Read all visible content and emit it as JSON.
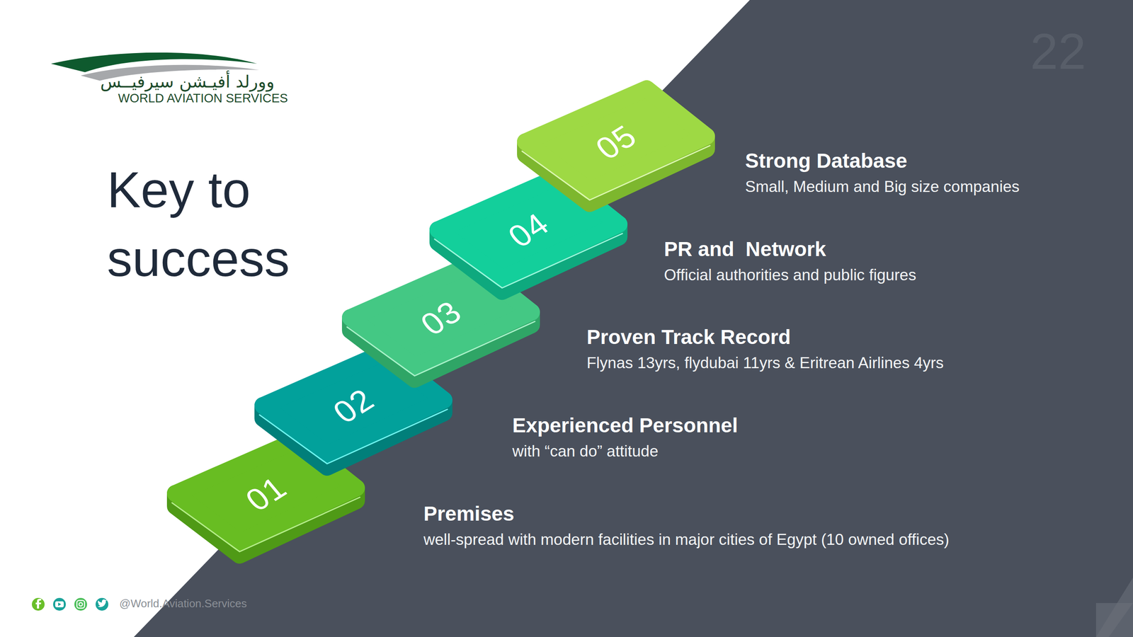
{
  "diagram": {
    "title": "Key to success",
    "nodes": [
      {
        "text": [
          "01"
        ]
      },
      {
        "text": [
          "02"
        ]
      },
      {
        "text": [
          "03"
        ]
      },
      {
        "text": [
          "04"
        ]
      },
      {
        "text": [
          "05"
        ]
      }
    ],
    "labels": [
      "Premises",
      "well-spread with modern facilities in major cities of Egypt (10 owned offices)",
      "Experienced Personnel",
      "with “can do” attitude",
      "Proven Track Record",
      "Flynas 13yrs, flydubai 11yrs & Eritrean Airlines 4yrs",
      "PR and  Network",
      "Official authorities and public figures",
      "Strong Database",
      "Small, Medium and Big size companies",
      "22",
      "وورلد أفيـشن سيرفيــس",
      "WORLD AVIATION SERVICES",
      "@World.Aviation.Services"
    ]
  }
}
